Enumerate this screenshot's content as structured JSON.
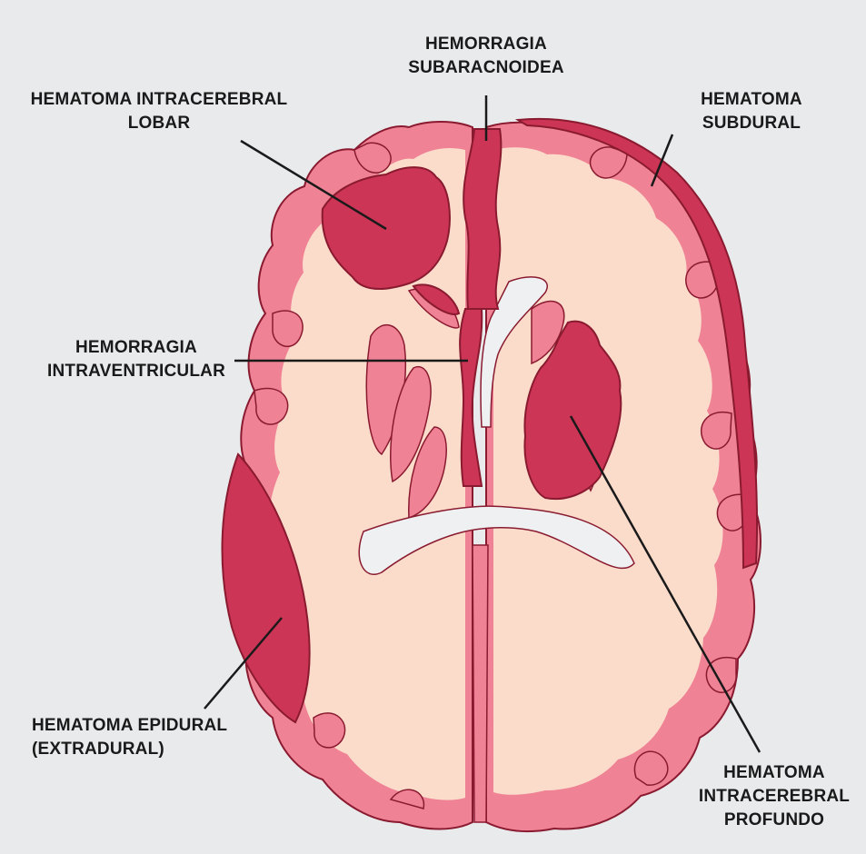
{
  "labels": {
    "subarachnoid": {
      "line1": "HEMORRAGIA",
      "line2": "SUBARACNOIDEA"
    },
    "lobar": {
      "line1": "HEMATOMA INTRACEREBRAL",
      "line2": "LOBAR"
    },
    "subdural": {
      "line1": "HEMATOMA",
      "line2": "SUBDURAL"
    },
    "intraventricular": {
      "line1": "HEMORRAGIA",
      "line2": "INTRAVENTRICULAR"
    },
    "epidural": {
      "line1": "HEMATOMA EPIDURAL",
      "line2": "(EXTRADURAL)"
    },
    "deep": {
      "line1": "HEMATOMA",
      "line2": "INTRACEREBRAL",
      "line3": "PROFUNDO"
    }
  },
  "colors": {
    "background": "#e9eaec",
    "parenchyma": "#fbdccb",
    "cortex": "#ef8294",
    "blood": "#cc3555",
    "ventricle": "#eef0f1",
    "outline": "#8a1a30",
    "leader": "#1a1a1a"
  }
}
